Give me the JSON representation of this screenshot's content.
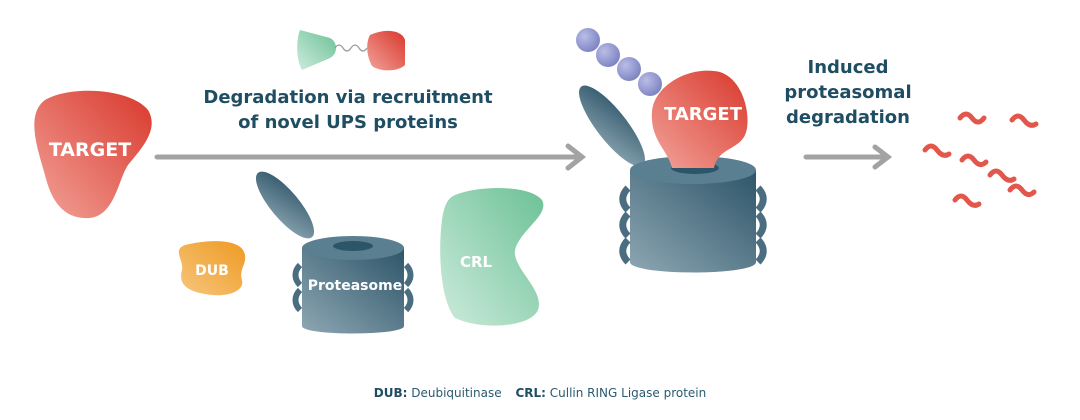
{
  "title": {
    "line1": "Degradation via recruitment",
    "line2": "of novel UPS proteins"
  },
  "target_left": "TARGET",
  "target_right": "TARGET",
  "components": {
    "dub": "DUB",
    "proteasome": "Proteasome",
    "crl": "CRL"
  },
  "result": {
    "line1": "Induced",
    "line2": "proteasomal",
    "line3": "degradation"
  },
  "legend": {
    "dub_abbr": "DUB:",
    "dub_text": "Deubiquitinase",
    "crl_abbr": "CRL:",
    "crl_text": "Cullin RING Ligase protein"
  },
  "colors": {
    "text": "#1f4e63",
    "target": "#e2574c",
    "proteasome": "#4a6e80",
    "crl": "#7fc9a4",
    "dub": "#f0a23a",
    "ubiquitin": "#8f95cc",
    "arrow": "#a3a3a3"
  }
}
